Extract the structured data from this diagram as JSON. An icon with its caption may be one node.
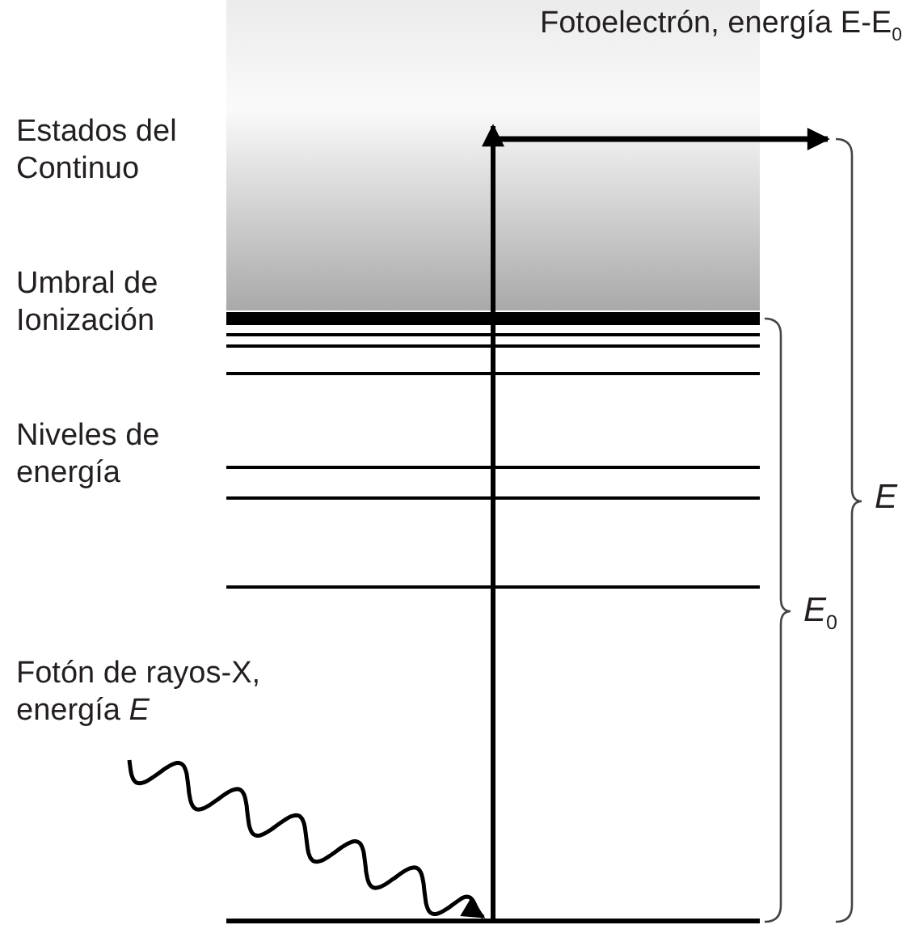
{
  "diagram": {
    "nodes": [
      {
        "text": [
          "Fotón de rayos-X, energía *E*"
        ]
      },
      {
        "text": [],
        "shape": "bar"
      }
    ],
    "edges": [
      {
        "from": 0,
        "to": 1,
        "arrow": "to"
      },
      {
        "from": 1,
        "to": null,
        "arrow": "to"
      }
    ],
    "labels": [
      "Fotoelectrón, energía E-E$_{0}$",
      "Estados del Continuo",
      "Umbral de Ionización",
      "Niveles de energía",
      "E",
      "*E*$_{0}$"
    ]
  }
}
